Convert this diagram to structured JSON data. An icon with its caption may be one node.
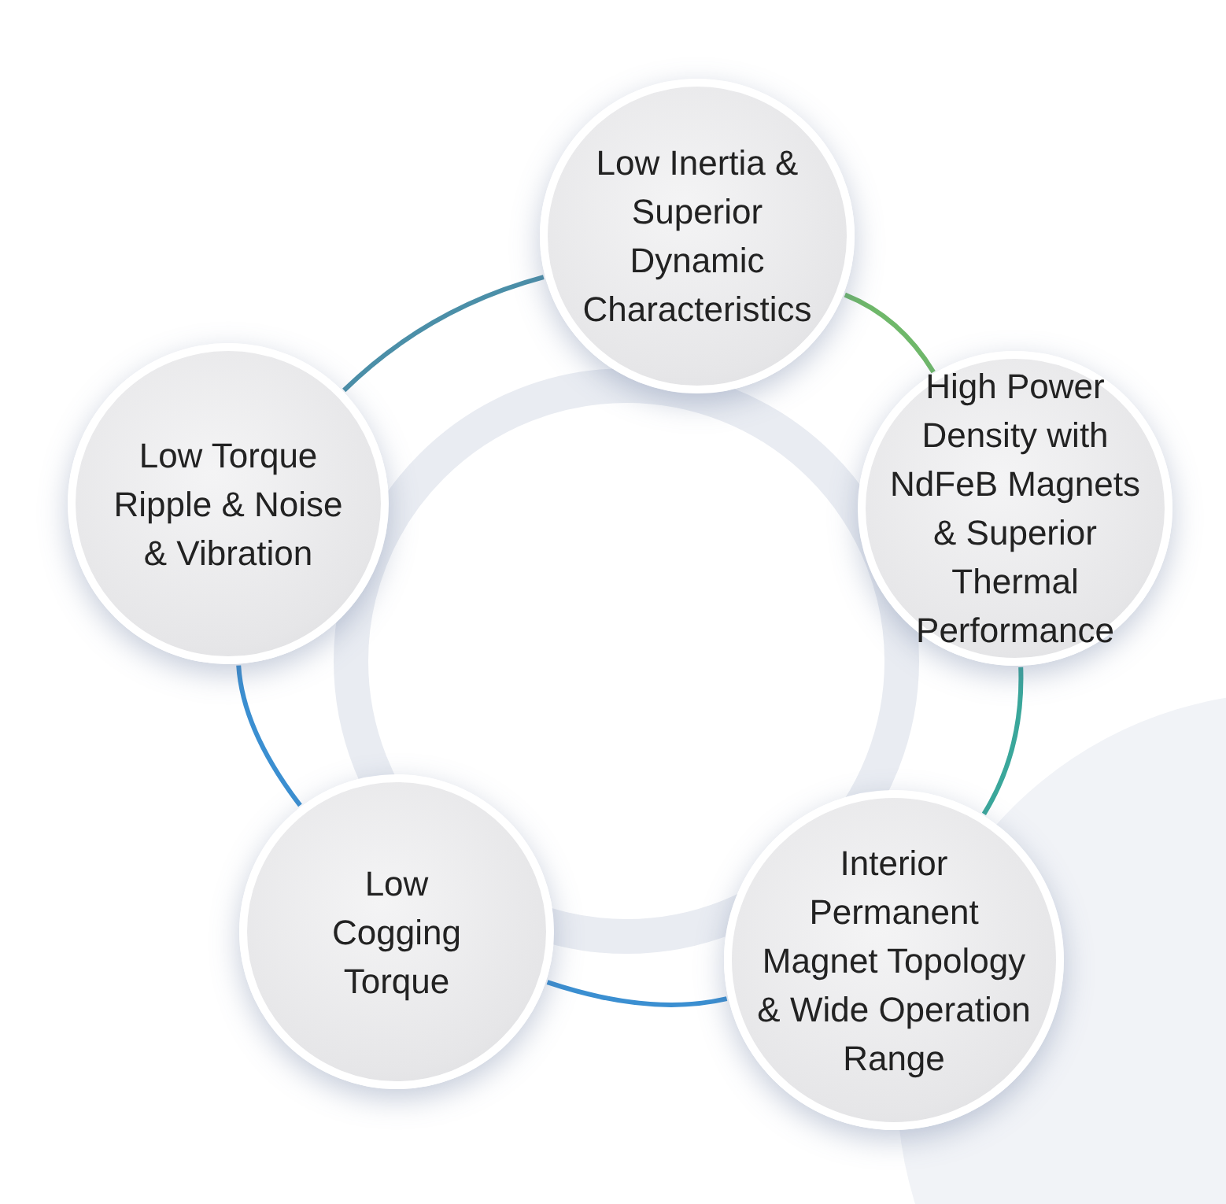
{
  "diagram": {
    "nodes": [
      {
        "text": [
          "Low Inertia & Superior Dynamic Characteristics"
        ]
      },
      {
        "text": [
          "High Power Density with NdFeB Magnets & Superior Thermal Performance"
        ]
      },
      {
        "text": [
          "Interior Permanent Magnet Topology & Wide Operation Range"
        ]
      },
      {
        "text": [
          "Low Cogging Torque"
        ]
      },
      {
        "text": [
          "Low Torque Ripple & Noise & Vibration"
        ]
      }
    ],
    "edges": [
      {
        "from": 0,
        "to": 1,
        "arrow": "none",
        "color": "#6fb86a"
      },
      {
        "from": 1,
        "to": 2,
        "arrow": "none",
        "color": "#3aa79b"
      },
      {
        "from": 2,
        "to": 3,
        "arrow": "none",
        "color": "#3b8fd1"
      },
      {
        "from": 3,
        "to": 4,
        "arrow": "none",
        "color": "#3b8fd1"
      },
      {
        "from": 4,
        "to": 0,
        "arrow": "none",
        "color": "#4b8fa8"
      }
    ]
  }
}
